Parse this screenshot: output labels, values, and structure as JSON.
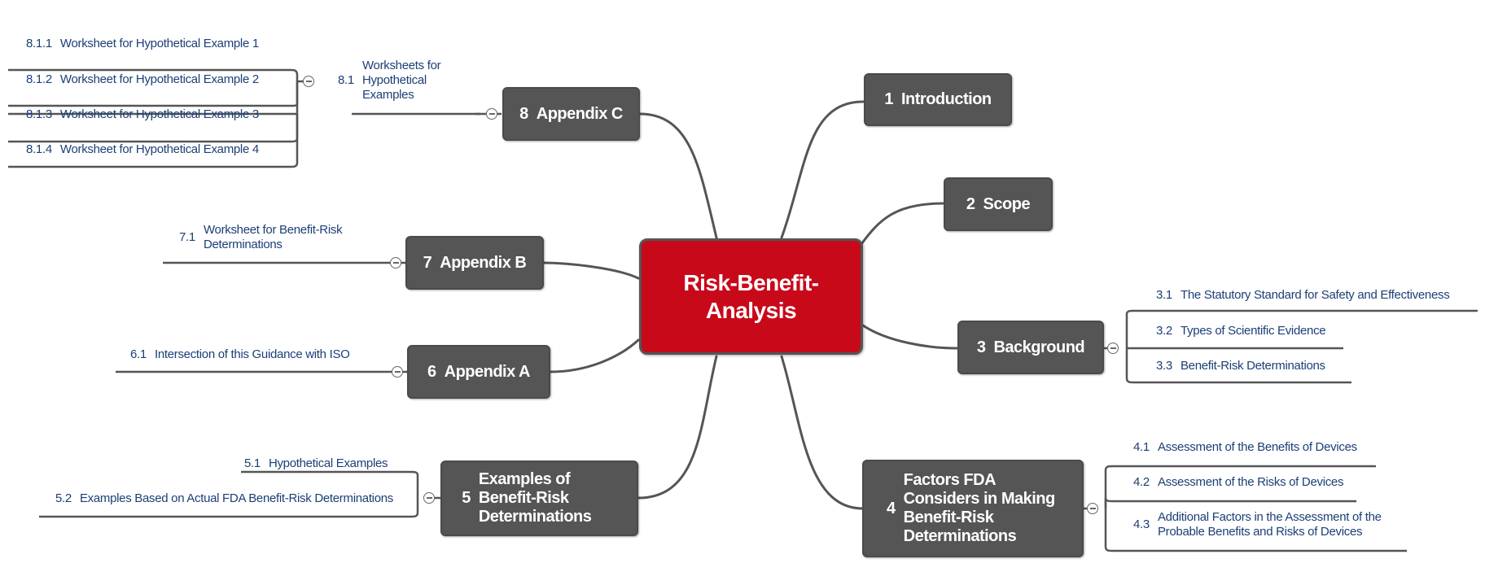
{
  "center": {
    "title": "Risk-Benefit-Analysis"
  },
  "topics": [
    {
      "num": "1",
      "title": "Introduction"
    },
    {
      "num": "2",
      "title": "Scope"
    },
    {
      "num": "3",
      "title": "Background"
    },
    {
      "num": "4",
      "title": "Factors FDA Considers in Making Benefit-Risk Determinations"
    },
    {
      "num": "5",
      "title": "Examples of Benefit-Risk Determinations"
    },
    {
      "num": "6",
      "title": "Appendix A"
    },
    {
      "num": "7",
      "title": "Appendix B"
    },
    {
      "num": "8",
      "title": "Appendix C"
    }
  ],
  "subtopics": {
    "s3_1": {
      "num": "3.1",
      "title": "The Statutory Standard for Safety and Effectiveness"
    },
    "s3_2": {
      "num": "3.2",
      "title": "Types of Scientific Evidence"
    },
    "s3_3": {
      "num": "3.3",
      "title": "Benefit-Risk Determinations"
    },
    "s4_1": {
      "num": "4.1",
      "title": "Assessment of the Benefits of Devices"
    },
    "s4_2": {
      "num": "4.2",
      "title": "Assessment of the Risks of Devices"
    },
    "s4_3": {
      "num": "4.3",
      "title": "Additional Factors in the Assessment of the Probable Benefits and Risks of Devices"
    },
    "s5_1": {
      "num": "5.1",
      "title": "Hypothetical Examples"
    },
    "s5_2": {
      "num": "5.2",
      "title": "Examples Based on Actual FDA Benefit-Risk Determinations"
    },
    "s6_1": {
      "num": "6.1",
      "title": "Intersection of this Guidance with ISO"
    },
    "s7_1": {
      "num": "7.1",
      "title": "Worksheet for Benefit-Risk Determinations"
    },
    "s8_1": {
      "num": "8.1",
      "title": "Worksheets for Hypothetical Examples"
    },
    "s8_1_1": {
      "num": "8.1.1",
      "title": "Worksheet for Hypothetical Example 1"
    },
    "s8_1_2": {
      "num": "8.1.2",
      "title": "Worksheet for Hypothetical Example 2"
    },
    "s8_1_3": {
      "num": "8.1.3",
      "title": "Worksheet for Hypothetical Example 3"
    },
    "s8_1_4": {
      "num": "8.1.4",
      "title": "Worksheet for Hypothetical Example 4"
    }
  },
  "colors": {
    "center": "#c8091a",
    "topic": "#555555",
    "subtopic_text": "#1c3f76",
    "line": "#555555"
  }
}
